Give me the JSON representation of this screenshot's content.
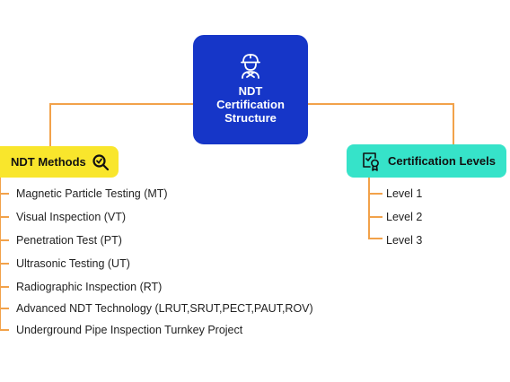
{
  "diagram": {
    "root": {
      "title": "NDT\nCertification\nStructure",
      "icon": "worker-helmet-icon"
    },
    "methods": {
      "title": "NDT Methods",
      "icon": "magnifier-icon",
      "items": [
        "Magnetic Particle Testing (MT)",
        "Visual Inspection (VT)",
        "Penetration Test (PT)",
        "Ultrasonic Testing (UT)",
        "Radiographic Inspection (RT)",
        "Advanced NDT Technology (LRUT,SRUT,PECT,PAUT,ROV)",
        "Underground Pipe Inspection Turnkey Project"
      ]
    },
    "levels": {
      "title": "Certification Levels",
      "icon": "certificate-icon",
      "items": [
        "Level 1",
        "Level 2",
        "Level 3"
      ]
    },
    "colors": {
      "root": "#1636c8",
      "methods": "#f9e62c",
      "levels": "#36e3c9",
      "connector": "#f2a24a"
    }
  }
}
